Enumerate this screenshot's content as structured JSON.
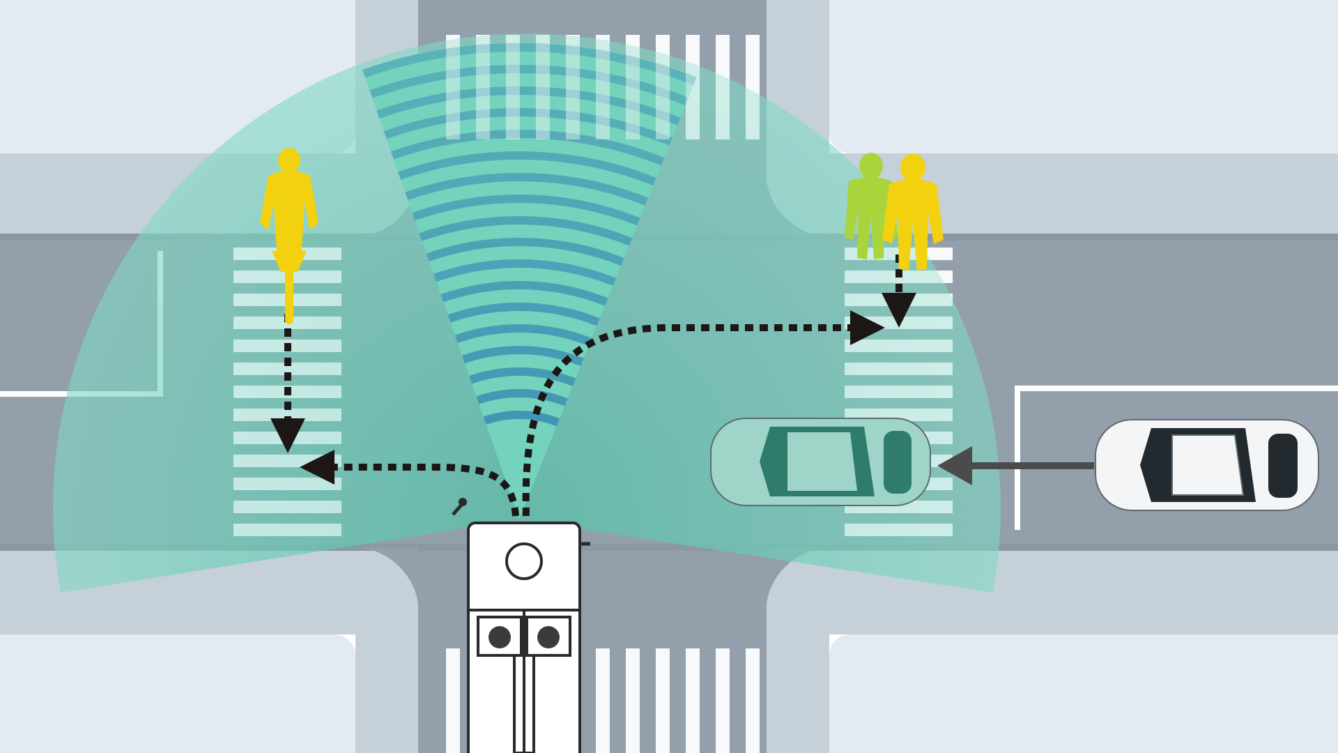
{
  "diagram": {
    "subject": "bus-intersection-sensor-coverage",
    "colors": {
      "block": "#e4eaf1",
      "block_edge": "#d5dde6",
      "sidewalk": "#c6d0d9",
      "road": "#939fab",
      "road_dark": "#8b97a3",
      "crosswalk": "#f7f9fb",
      "lane_line": "#ffffff",
      "sensor_field": "#74d3bd",
      "sensor_beam": "#3d8fb3",
      "pedestrian": "#f2d20f",
      "pedestrian_alt": "#a9d43c",
      "tracked_car": "#9fd4c8",
      "incoming_car": "#f4f5f6",
      "bus": "#ffffff",
      "arrow": "#1c1614",
      "arrow_incoming": "#4b4b4b"
    },
    "objects": [
      {
        "name": "autonomous-bus",
        "kind": "bus"
      },
      {
        "name": "cyclist",
        "kind": "bicycle"
      },
      {
        "name": "pedestrian-pair",
        "kind": "pedestrian"
      },
      {
        "name": "tracked-car",
        "kind": "car"
      },
      {
        "name": "incoming-car",
        "kind": "car"
      }
    ]
  }
}
